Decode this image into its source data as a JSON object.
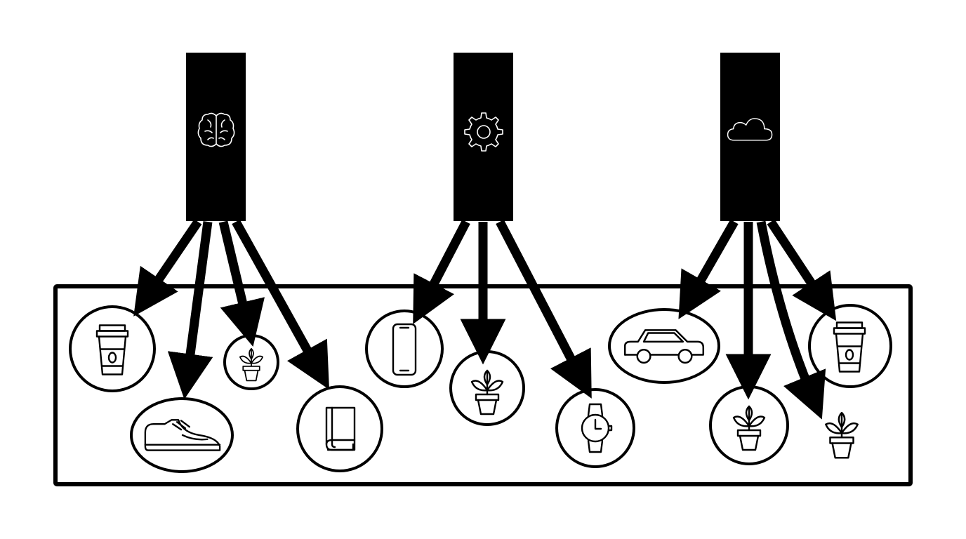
{
  "palette": {
    "ink": "#000000",
    "paper": "#ffffff"
  },
  "sources": [
    {
      "id": "s1",
      "icon": "brain-icon"
    },
    {
      "id": "s2",
      "icon": "gear-icon"
    },
    {
      "id": "s3",
      "icon": "cloud-icon"
    }
  ],
  "items": [
    {
      "id": "i1",
      "icon": "coffee-cup-icon",
      "enclosure": "circle"
    },
    {
      "id": "i2",
      "icon": "sneaker-icon",
      "enclosure": "ellipse"
    },
    {
      "id": "i3",
      "icon": "potted-plant-icon",
      "enclosure": "circle"
    },
    {
      "id": "i4",
      "icon": "book-icon",
      "enclosure": "circle"
    },
    {
      "id": "i5",
      "icon": "smartphone-icon",
      "enclosure": "circle"
    },
    {
      "id": "i6",
      "icon": "potted-plant-icon",
      "enclosure": "circle"
    },
    {
      "id": "i7",
      "icon": "wristwatch-icon",
      "enclosure": "circle"
    },
    {
      "id": "i8",
      "icon": "car-icon",
      "enclosure": "ellipse"
    },
    {
      "id": "i9",
      "icon": "coffee-cup-icon",
      "enclosure": "circle"
    },
    {
      "id": "i10",
      "icon": "potted-plant-icon",
      "enclosure": "circle"
    },
    {
      "id": "i11",
      "icon": "potted-plant-icon",
      "enclosure": "none"
    }
  ],
  "connections": [
    {
      "from": "s1",
      "to": "i1"
    },
    {
      "from": "s1",
      "to": "i2"
    },
    {
      "from": "s1",
      "to": "i3"
    },
    {
      "from": "s1",
      "to": "i4"
    },
    {
      "from": "s2",
      "to": "i5"
    },
    {
      "from": "s2",
      "to": "i6"
    },
    {
      "from": "s2",
      "to": "i7"
    },
    {
      "from": "s3",
      "to": "i8"
    },
    {
      "from": "s3",
      "to": "i10"
    },
    {
      "from": "s3",
      "to": "i11"
    },
    {
      "from": "s3",
      "to": "i9"
    }
  ]
}
